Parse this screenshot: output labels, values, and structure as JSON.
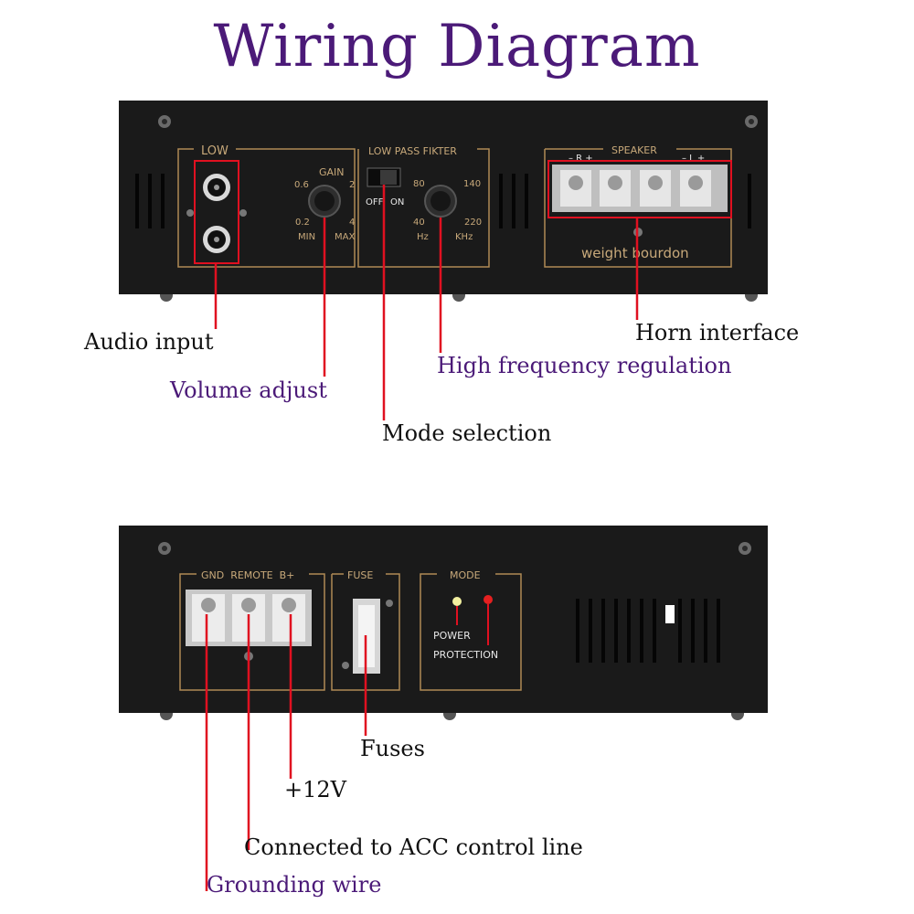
{
  "title": "Wiring Diagram",
  "top_panel": {
    "low_label": "LOW",
    "gain_label": "GAIN",
    "gain_ticks": [
      "0.6",
      "2",
      "0.2",
      "4"
    ],
    "gain_min": "MIN",
    "gain_max": "MAX",
    "lpf_label": "LOW PASS FIKTER",
    "switch_off": "OFF",
    "switch_on": "ON",
    "lpf_ticks": [
      "80",
      "140",
      "40",
      "220"
    ],
    "lpf_units": [
      "Hz",
      "KHz"
    ],
    "speaker_label": "SPEAKER",
    "speaker_polarity": [
      "– R +",
      "– L +"
    ],
    "brand": "weight bourdon"
  },
  "bottom_panel": {
    "terminal_header": "GND  REMOTE  B+",
    "fuse_label": "FUSE",
    "mode_label": "MODE",
    "power_label": "POWER",
    "protection_label": "PROTECTION"
  },
  "callouts": {
    "audio_input": "Audio input",
    "volume_adjust": "Volume adjust",
    "mode_selection": "Mode selection",
    "high_frequency": "High frequency regulation",
    "horn_interface": "Horn interface",
    "fuses": "Fuses",
    "plus_12v": "+12V",
    "acc_line": "Connected to ACC control line",
    "grounding": "Grounding wire"
  },
  "colors": {
    "title": "#4b1a78",
    "callout_line": "#e01020",
    "panel": "#1a1a1a",
    "print": "#c8a97a",
    "led_power": "#f2f0a0",
    "led_protection": "#e52020"
  }
}
